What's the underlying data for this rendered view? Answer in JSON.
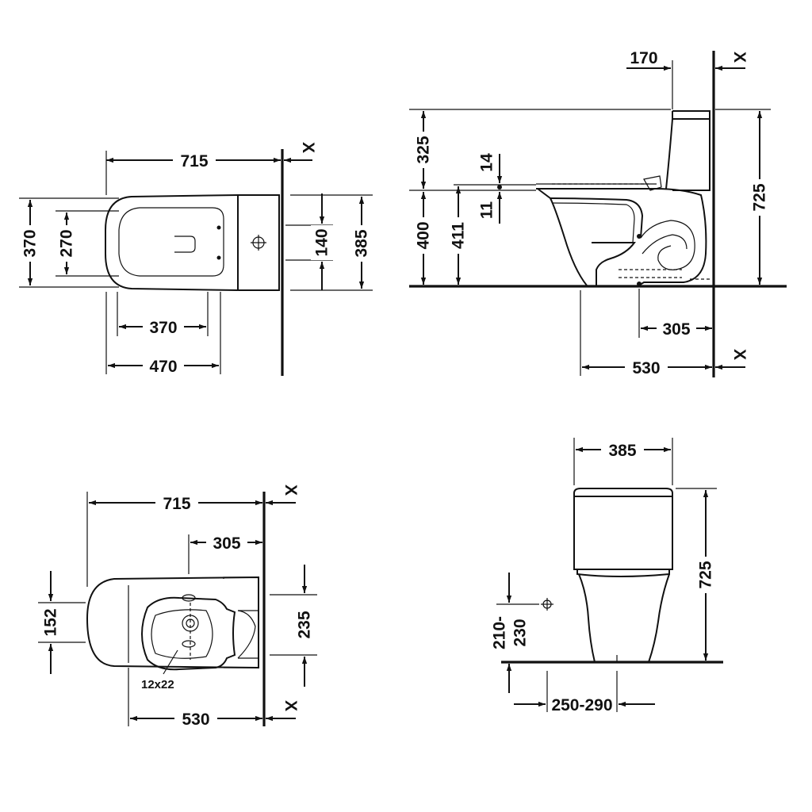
{
  "top_view": {
    "overall_length": "715",
    "bowl_width": "370",
    "inner_width": "270",
    "tank_hole_spacing": "140",
    "tank_depth": "385",
    "seat_fix_depth": "370",
    "bowl_depth": "470",
    "wall_mark": "X"
  },
  "side_view": {
    "tank_offset": "170",
    "tank_height_above_seat": "325",
    "seat_thickness_top": "14",
    "seat_thickness_bottom": "11",
    "seat_height": "400",
    "rim_height": "411",
    "total_height": "725",
    "outlet_distance": "305",
    "projection": "530",
    "wall_mark": "X"
  },
  "floor_view": {
    "overall_length": "715",
    "outlet_distance": "305",
    "fixing_spacing": "152",
    "foot_width": "235",
    "fixing_label": "12x22",
    "projection": "530",
    "wall_mark": "X"
  },
  "front_view": {
    "tank_width": "385",
    "total_height": "725",
    "supply_height_line1": "210-",
    "supply_height_line2": "230",
    "supply_offset": "250-290"
  }
}
